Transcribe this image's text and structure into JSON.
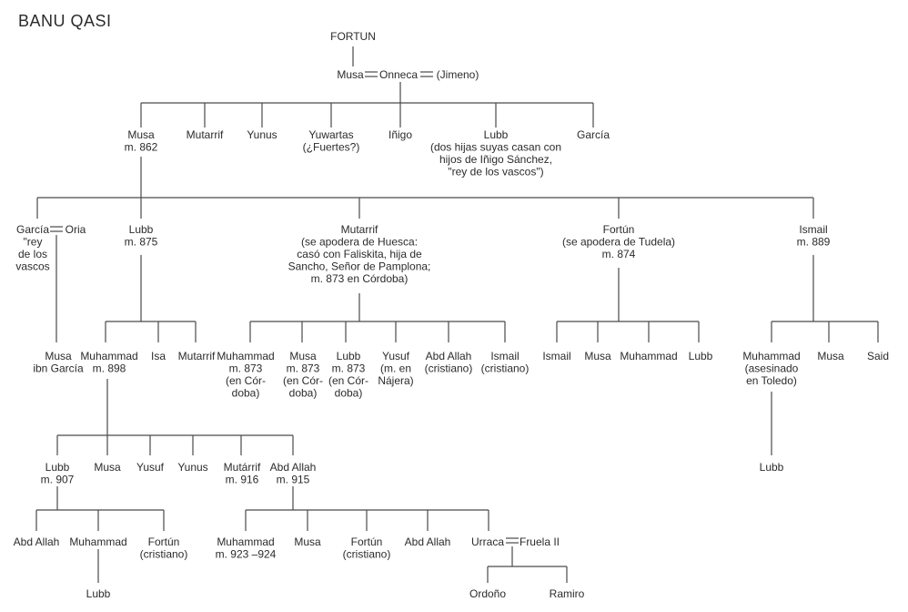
{
  "title": "BANU QASI",
  "nodes": {
    "fortun_root": [
      "FORTUN"
    ],
    "musa_gen1": [
      "Musa"
    ],
    "onneca": [
      "Onneca"
    ],
    "jimeno": [
      "(Jimeno)"
    ],
    "musa_m862": [
      "Musa",
      "m. 862"
    ],
    "mutarrif_gen2": [
      "Mutarrif"
    ],
    "yunus_gen2": [
      "Yunus"
    ],
    "yuwartas": [
      "Yuwartas",
      "(¿Fuertes?)"
    ],
    "inigo": [
      "Iñigo"
    ],
    "lubb_gen2": [
      "Lubb",
      "(dos hijas suyas casan con",
      "hijos de Iñigo Sánchez,",
      "\"rey de los vascos\")"
    ],
    "garcia_gen2": [
      "García"
    ],
    "garcia_rey": [
      "García",
      "\"rey",
      "de los",
      "vascos"
    ],
    "oria": [
      "Oria"
    ],
    "lubb_m875": [
      "Lubb",
      "m. 875"
    ],
    "mutarrif_huesca": [
      "Mutarrif",
      "(se apodera de Huesca:",
      "casó con Faliskita, hija de",
      "Sancho, Señor de Pamplona;",
      "m. 873 en Córdoba)"
    ],
    "fortun_tudela": [
      "Fortún",
      "(se apodera de Tudela)",
      "m. 874"
    ],
    "ismail_m889": [
      "Ismail",
      "m. 889"
    ],
    "musa_ibn_garcia": [
      "Musa",
      "ibn García"
    ],
    "muhammad_m898": [
      "Muhammad",
      "m. 898"
    ],
    "isa": [
      "Isa"
    ],
    "mutarrif_lubbson": [
      "Mutarrif"
    ],
    "muhammad_m873": [
      "Muhammad",
      "m. 873",
      "(en Cór-",
      "doba)"
    ],
    "musa_m873": [
      "Musa",
      "m. 873",
      "(en Cór-",
      "doba)"
    ],
    "lubb_m873": [
      "Lubb",
      "m. 873",
      "(en Cór-",
      "doba)"
    ],
    "yusuf_najera": [
      "Yusuf",
      "(m. en",
      "Nájera)"
    ],
    "abd_allah_cristiano": [
      "Abd Allah",
      "(cristiano)"
    ],
    "ismail_cristiano": [
      "Ismail",
      "(cristiano)"
    ],
    "ismail_tudela": [
      "Ismail"
    ],
    "musa_tudela": [
      "Musa"
    ],
    "muhammad_tudela": [
      "Muhammad"
    ],
    "lubb_tudela": [
      "Lubb"
    ],
    "muhammad_toledo": [
      "Muhammad",
      "(asesinado",
      "en Toledo)"
    ],
    "musa_ismailson": [
      "Musa"
    ],
    "said": [
      "Said"
    ],
    "lubb_m907": [
      "Lubb",
      "m. 907"
    ],
    "musa_gen5": [
      "Musa"
    ],
    "yusuf_gen5": [
      "Yusuf"
    ],
    "yunus_gen5": [
      "Yunus"
    ],
    "mutarrif_m916": [
      "Mutárrif",
      "m. 916"
    ],
    "abd_allah_m915": [
      "Abd Allah",
      "m. 915"
    ],
    "lubb_toledo": [
      "Lubb"
    ],
    "abd_allah_gen6": [
      "Abd Allah"
    ],
    "muhammad_gen6": [
      "Muhammad"
    ],
    "fortun_cristiano_a": [
      "Fortún",
      "(cristiano)"
    ],
    "muhammad_m923": [
      "Muhammad",
      "m. 923 –924"
    ],
    "musa_gen6": [
      "Musa"
    ],
    "fortun_cristiano_b": [
      "Fortún",
      "(cristiano)"
    ],
    "abd_allah_gen6b": [
      "Abd Allah"
    ],
    "urraca": [
      "Urraca"
    ],
    "fruela": [
      "Fruela II"
    ],
    "lubb_gen7": [
      "Lubb"
    ],
    "ordono": [
      "Ordoño"
    ],
    "ramiro": [
      "Ramiro"
    ]
  }
}
